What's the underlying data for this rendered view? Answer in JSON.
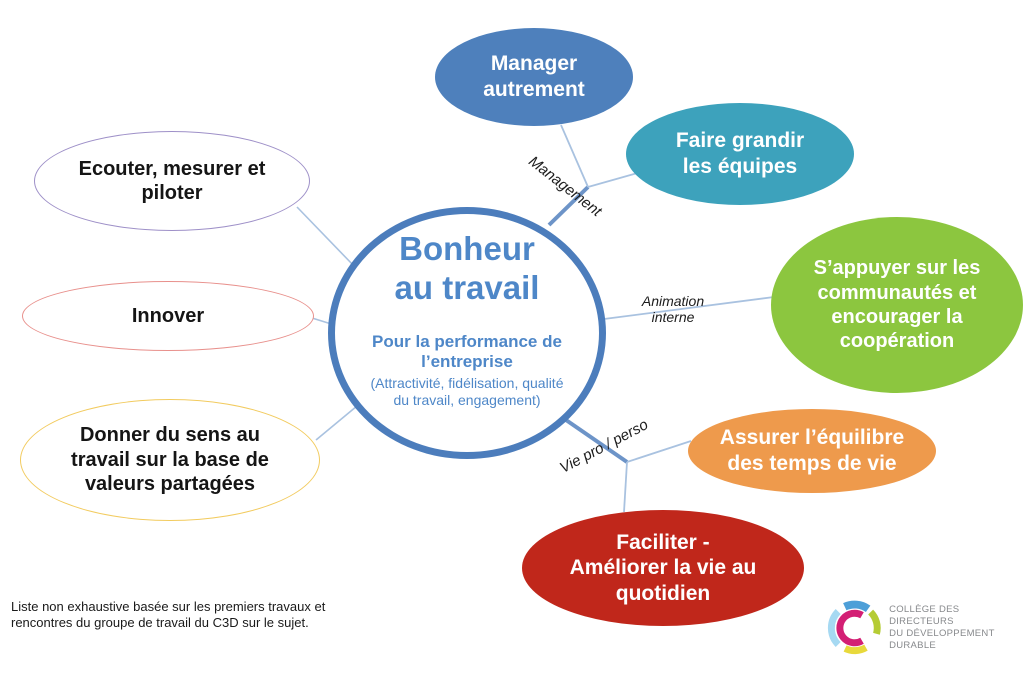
{
  "center": {
    "title": "Bonheur\nau travail",
    "subtitle": "Pour la performance de\nl’entreprise",
    "note": "(Attractivité, fidélisation, qualité\ndu travail, engagement)",
    "border_color": "#4C7DBC",
    "text_color": "#4E87C8"
  },
  "branch_labels": {
    "management": "Management",
    "animation_interne": "Animation\ninterne",
    "vie_pro_perso": "Vie pro / perso"
  },
  "nodes": {
    "manager": {
      "label": "Manager\nautrement",
      "color": "#4E80BC",
      "text_color": "#FFFFFF"
    },
    "equipes": {
      "label": "Faire grandir\nles équipes",
      "color": "#3DA2BC",
      "text_color": "#FFFFFF"
    },
    "commun": {
      "label": "S’appuyer sur les\ncommunautés et\nencourager la\ncoopération",
      "color": "#8CC63F",
      "text_color": "#FFFFFF"
    },
    "equilibre": {
      "label": "Assurer l’équilibre\ndes temps de vie",
      "color": "#EE9A4C",
      "text_color": "#FFFFFF"
    },
    "faciliter": {
      "label": "Faciliter -\nAméliorer la vie au\nquotidien",
      "color": "#C0271B",
      "text_color": "#FFFFFF"
    },
    "ecouter": {
      "label": "Ecouter, mesurer et\npiloter",
      "border_color": "#9E90C8",
      "text_color": "#151515"
    },
    "innover": {
      "label": "Innover",
      "border_color": "#E8908C",
      "text_color": "#151515"
    },
    "sens": {
      "label": "Donner du sens au\ntravail sur la base de\nvaleurs partagées",
      "border_color": "#F2CB5F",
      "text_color": "#151515"
    }
  },
  "connector_colors": {
    "thin": "#A9C2E0",
    "thick": "#6D94C8"
  },
  "footnote": "Liste non exhaustive basée sur les premiers travaux et\nrencontres du groupe de travail du C3D sur le sujet.",
  "logo": {
    "text": "COLLÈGE DES DIRECTEURS\nDU DÉVELOPPEMENT DURABLE",
    "arc_colors": {
      "blue": "#4D9FD8",
      "light_blue": "#A6D9F2",
      "green": "#B5CC34",
      "yellow": "#E8D93B",
      "magenta": "#D31F74"
    }
  }
}
